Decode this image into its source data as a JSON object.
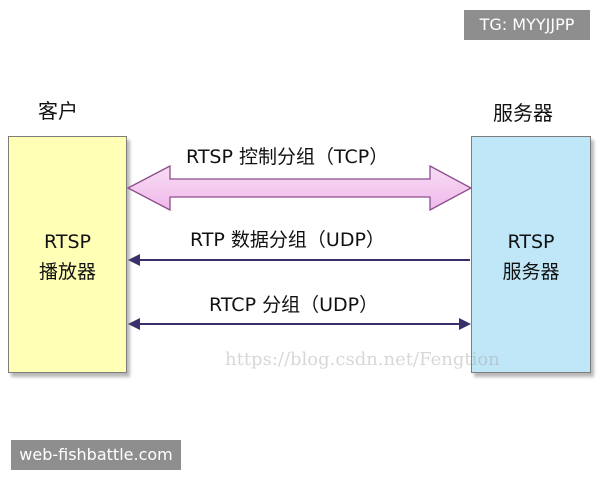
{
  "corner_tag": "TG: MYYJJPP",
  "client": {
    "title": "客户",
    "line1": "RTSP",
    "line2": "播放器"
  },
  "server": {
    "title": "服务器",
    "line1": "RTSP",
    "line2": "服务器"
  },
  "flows": {
    "tcp": "RTSP 控制分组（TCP）",
    "rtp": "RTP 数据分组（UDP）",
    "rtcp": "RTCP 分组（UDP）"
  },
  "watermark": "https://blog.csdn.net/Fengtion",
  "bottom_tag": "web-fishbattle.com",
  "colors": {
    "client_box": "#ffffb6",
    "server_box": "#bfe7f8",
    "tcp_arrow": "#f3c8f0",
    "tcp_arrow_stroke": "#8d4e8c",
    "data_arrow": "#37306b",
    "label_tag": "#8e8e8e"
  }
}
